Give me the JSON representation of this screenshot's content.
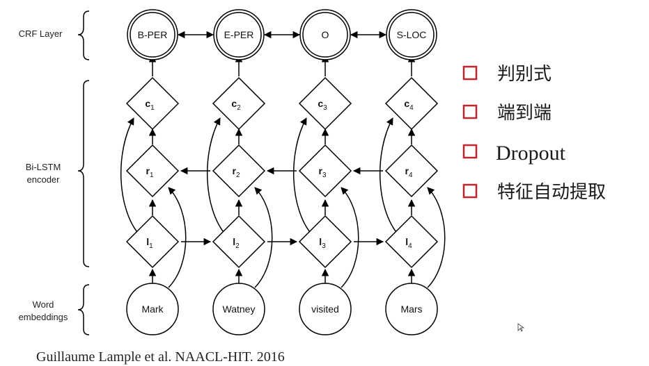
{
  "layers": {
    "crf": "CRF Layer",
    "bilstm_line1": "Bi-LSTM",
    "bilstm_line2": "encoder",
    "word_line1": "Word",
    "word_line2": "embeddings"
  },
  "tags": [
    "B-PER",
    "E-PER",
    "O",
    "S-LOC"
  ],
  "words": [
    "Mark",
    "Watney",
    "visited",
    "Mars"
  ],
  "c_nodes": [
    {
      "base": "c",
      "sub": "1"
    },
    {
      "base": "c",
      "sub": "2"
    },
    {
      "base": "c",
      "sub": "3"
    },
    {
      "base": "c",
      "sub": "4"
    }
  ],
  "r_nodes": [
    {
      "base": "r",
      "sub": "1"
    },
    {
      "base": "r",
      "sub": "2"
    },
    {
      "base": "r",
      "sub": "3"
    },
    {
      "base": "r",
      "sub": "4"
    }
  ],
  "l_nodes": [
    {
      "base": "l",
      "sub": "1"
    },
    {
      "base": "l",
      "sub": "2"
    },
    {
      "base": "l",
      "sub": "3"
    },
    {
      "base": "l",
      "sub": "4"
    }
  ],
  "bullets": [
    "判别式",
    "端到端",
    "Dropout",
    "特征自动提取"
  ],
  "citation": "Guillaume Lample et al. NAACL-HIT. 2016",
  "colors": {
    "bullet_box": "#c0262d",
    "stroke": "#000000"
  }
}
